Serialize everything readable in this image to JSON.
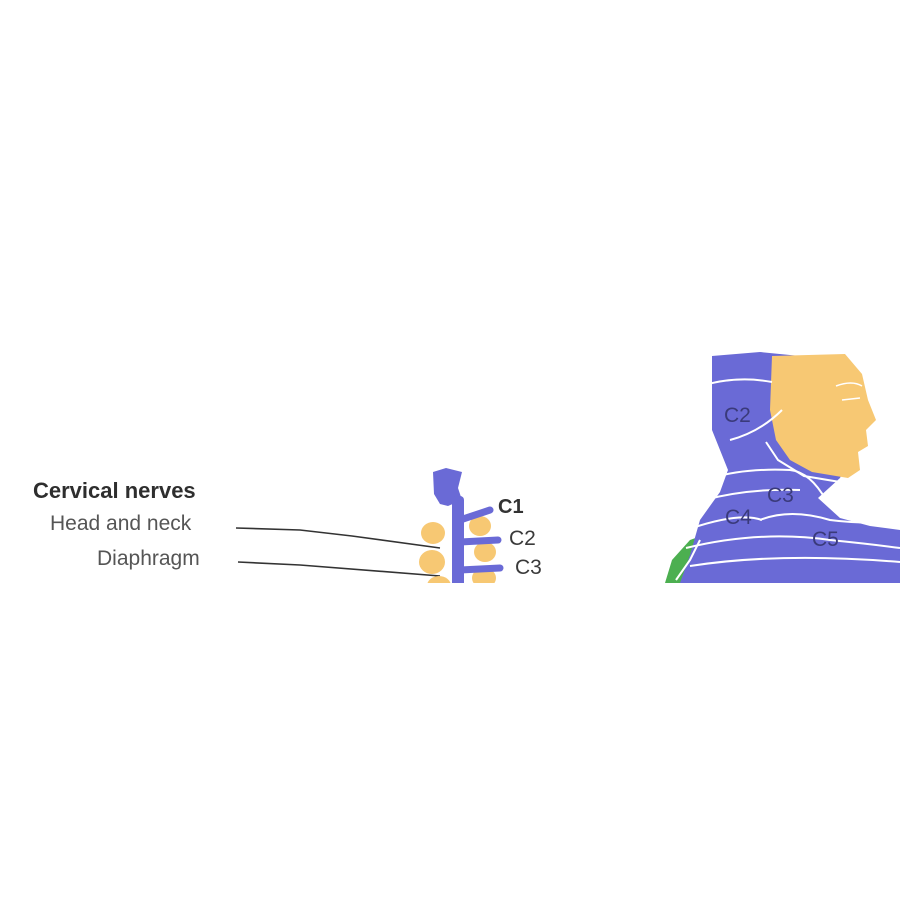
{
  "left_panel": {
    "heading": "Cervical nerves",
    "items": [
      {
        "label": "Head and neck"
      },
      {
        "label": "Diaphragm"
      }
    ],
    "spine_labels": [
      "C1",
      "C2",
      "C3"
    ]
  },
  "right_panel": {
    "dermatome_labels": [
      "C2",
      "C3",
      "C4",
      "C5"
    ]
  },
  "colors": {
    "nerve": "#6a6ad6",
    "vertebra": "#f7c873",
    "skin": "#f7c873",
    "dermatome_cervical": "#6a6ad6",
    "dermatome_other": "#4caf50"
  }
}
